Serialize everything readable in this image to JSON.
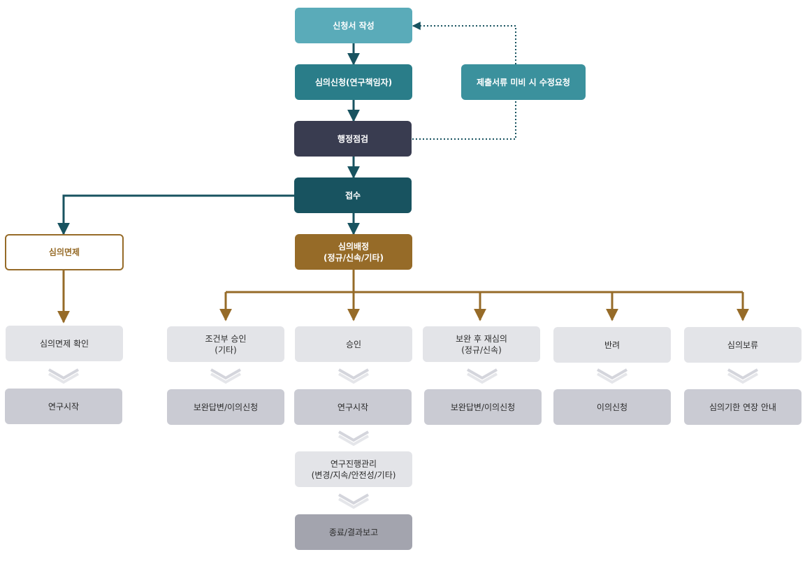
{
  "colors": {
    "teal_light": "#5aabb9",
    "teal": "#2a7d89",
    "teal_mid": "#3b919d",
    "navy": "#393c50",
    "teal_dark": "#185360",
    "gold": "#966b28",
    "connector_dark": "#185360",
    "connector_gold": "#966b28",
    "chevron": "#d4d5dc"
  },
  "nodes": {
    "application": "신청서 작성",
    "review_request": "심의신청(연구책임자)",
    "revision_request": "제출서류 미비 시 수정요청",
    "admin_check": "행정점검",
    "intake": "접수",
    "exemption": "심의면제",
    "assignment": "심의배정\n(정규/신속/기타)",
    "exemption_confirm": "심의면제 확인",
    "exemption_start": "연구시작",
    "conditional": "조건부 승인\n(기타)",
    "conditional_next": "보완답변/이의신청",
    "approval": "승인",
    "approval_start": "연구시작",
    "progress_mgmt": "연구진행관리\n(변경/지속/안전성/기타)",
    "final_report": "종료/결과보고",
    "re_review": "보완 후 재심의\n(정규/신속)",
    "re_review_next": "보완답변/이의신청",
    "rejection": "반려",
    "rejection_next": "이의신청",
    "deferral": "심의보류",
    "deferral_next": "심의기한 연장 안내"
  }
}
